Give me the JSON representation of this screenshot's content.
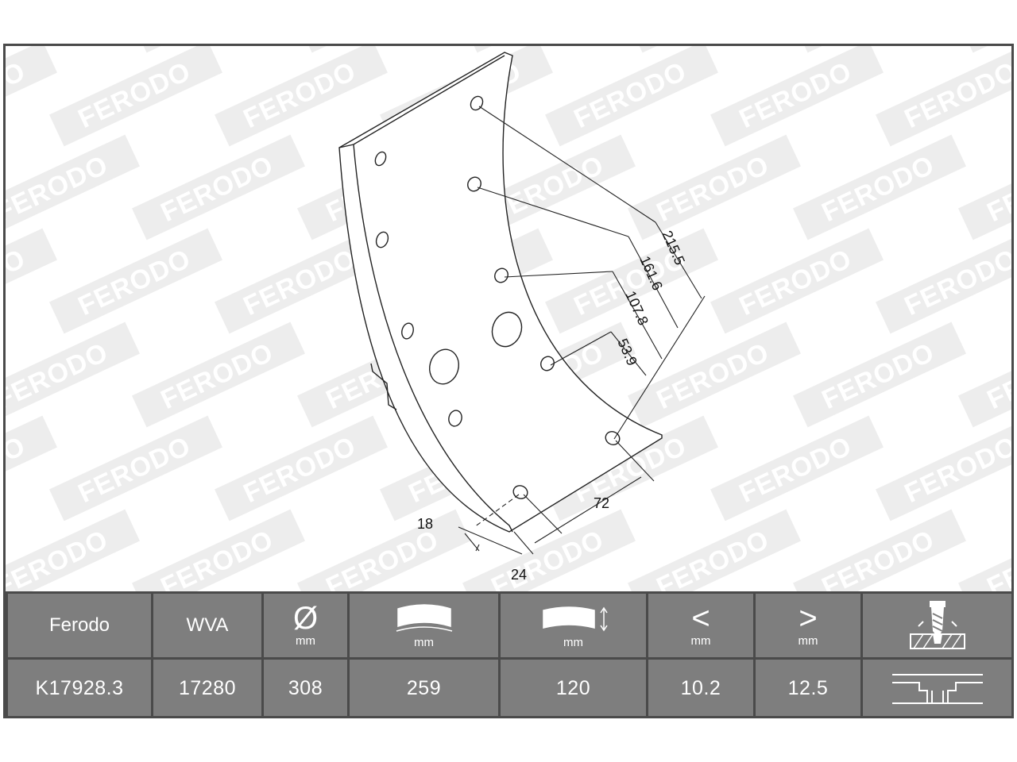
{
  "watermark": {
    "text": "FERODO"
  },
  "dimensions": {
    "d_215_5": "215.5",
    "d_161_6": "161.6",
    "d_107_8": "107.8",
    "d_53_9": "53.9",
    "d_72": "72",
    "d_18": "18",
    "d_24": "24"
  },
  "table": {
    "headers": {
      "brand": "Ferodo",
      "wva": "WVA",
      "diameter_symbol": "Ø",
      "diameter_unit": "mm",
      "length_unit": "mm",
      "width_unit": "mm",
      "min_symbol": "<",
      "min_unit": "mm",
      "max_symbol": ">",
      "max_unit": "mm"
    },
    "values": {
      "part_number": "K17928.3",
      "wva": "17280",
      "diameter": "308",
      "length": "259",
      "width": "120",
      "min_thickness": "10.2",
      "max_thickness": "12.5"
    }
  },
  "colors": {
    "header_bg": "#7e7e7e",
    "border": "#4a4a4a",
    "text": "#ffffff",
    "line": "#222222"
  },
  "icons": {
    "length": "curved-lining-length-icon",
    "width": "lining-width-icon",
    "rivet": "rivet-drill-icon",
    "profile": "rivet-profile-icon"
  }
}
